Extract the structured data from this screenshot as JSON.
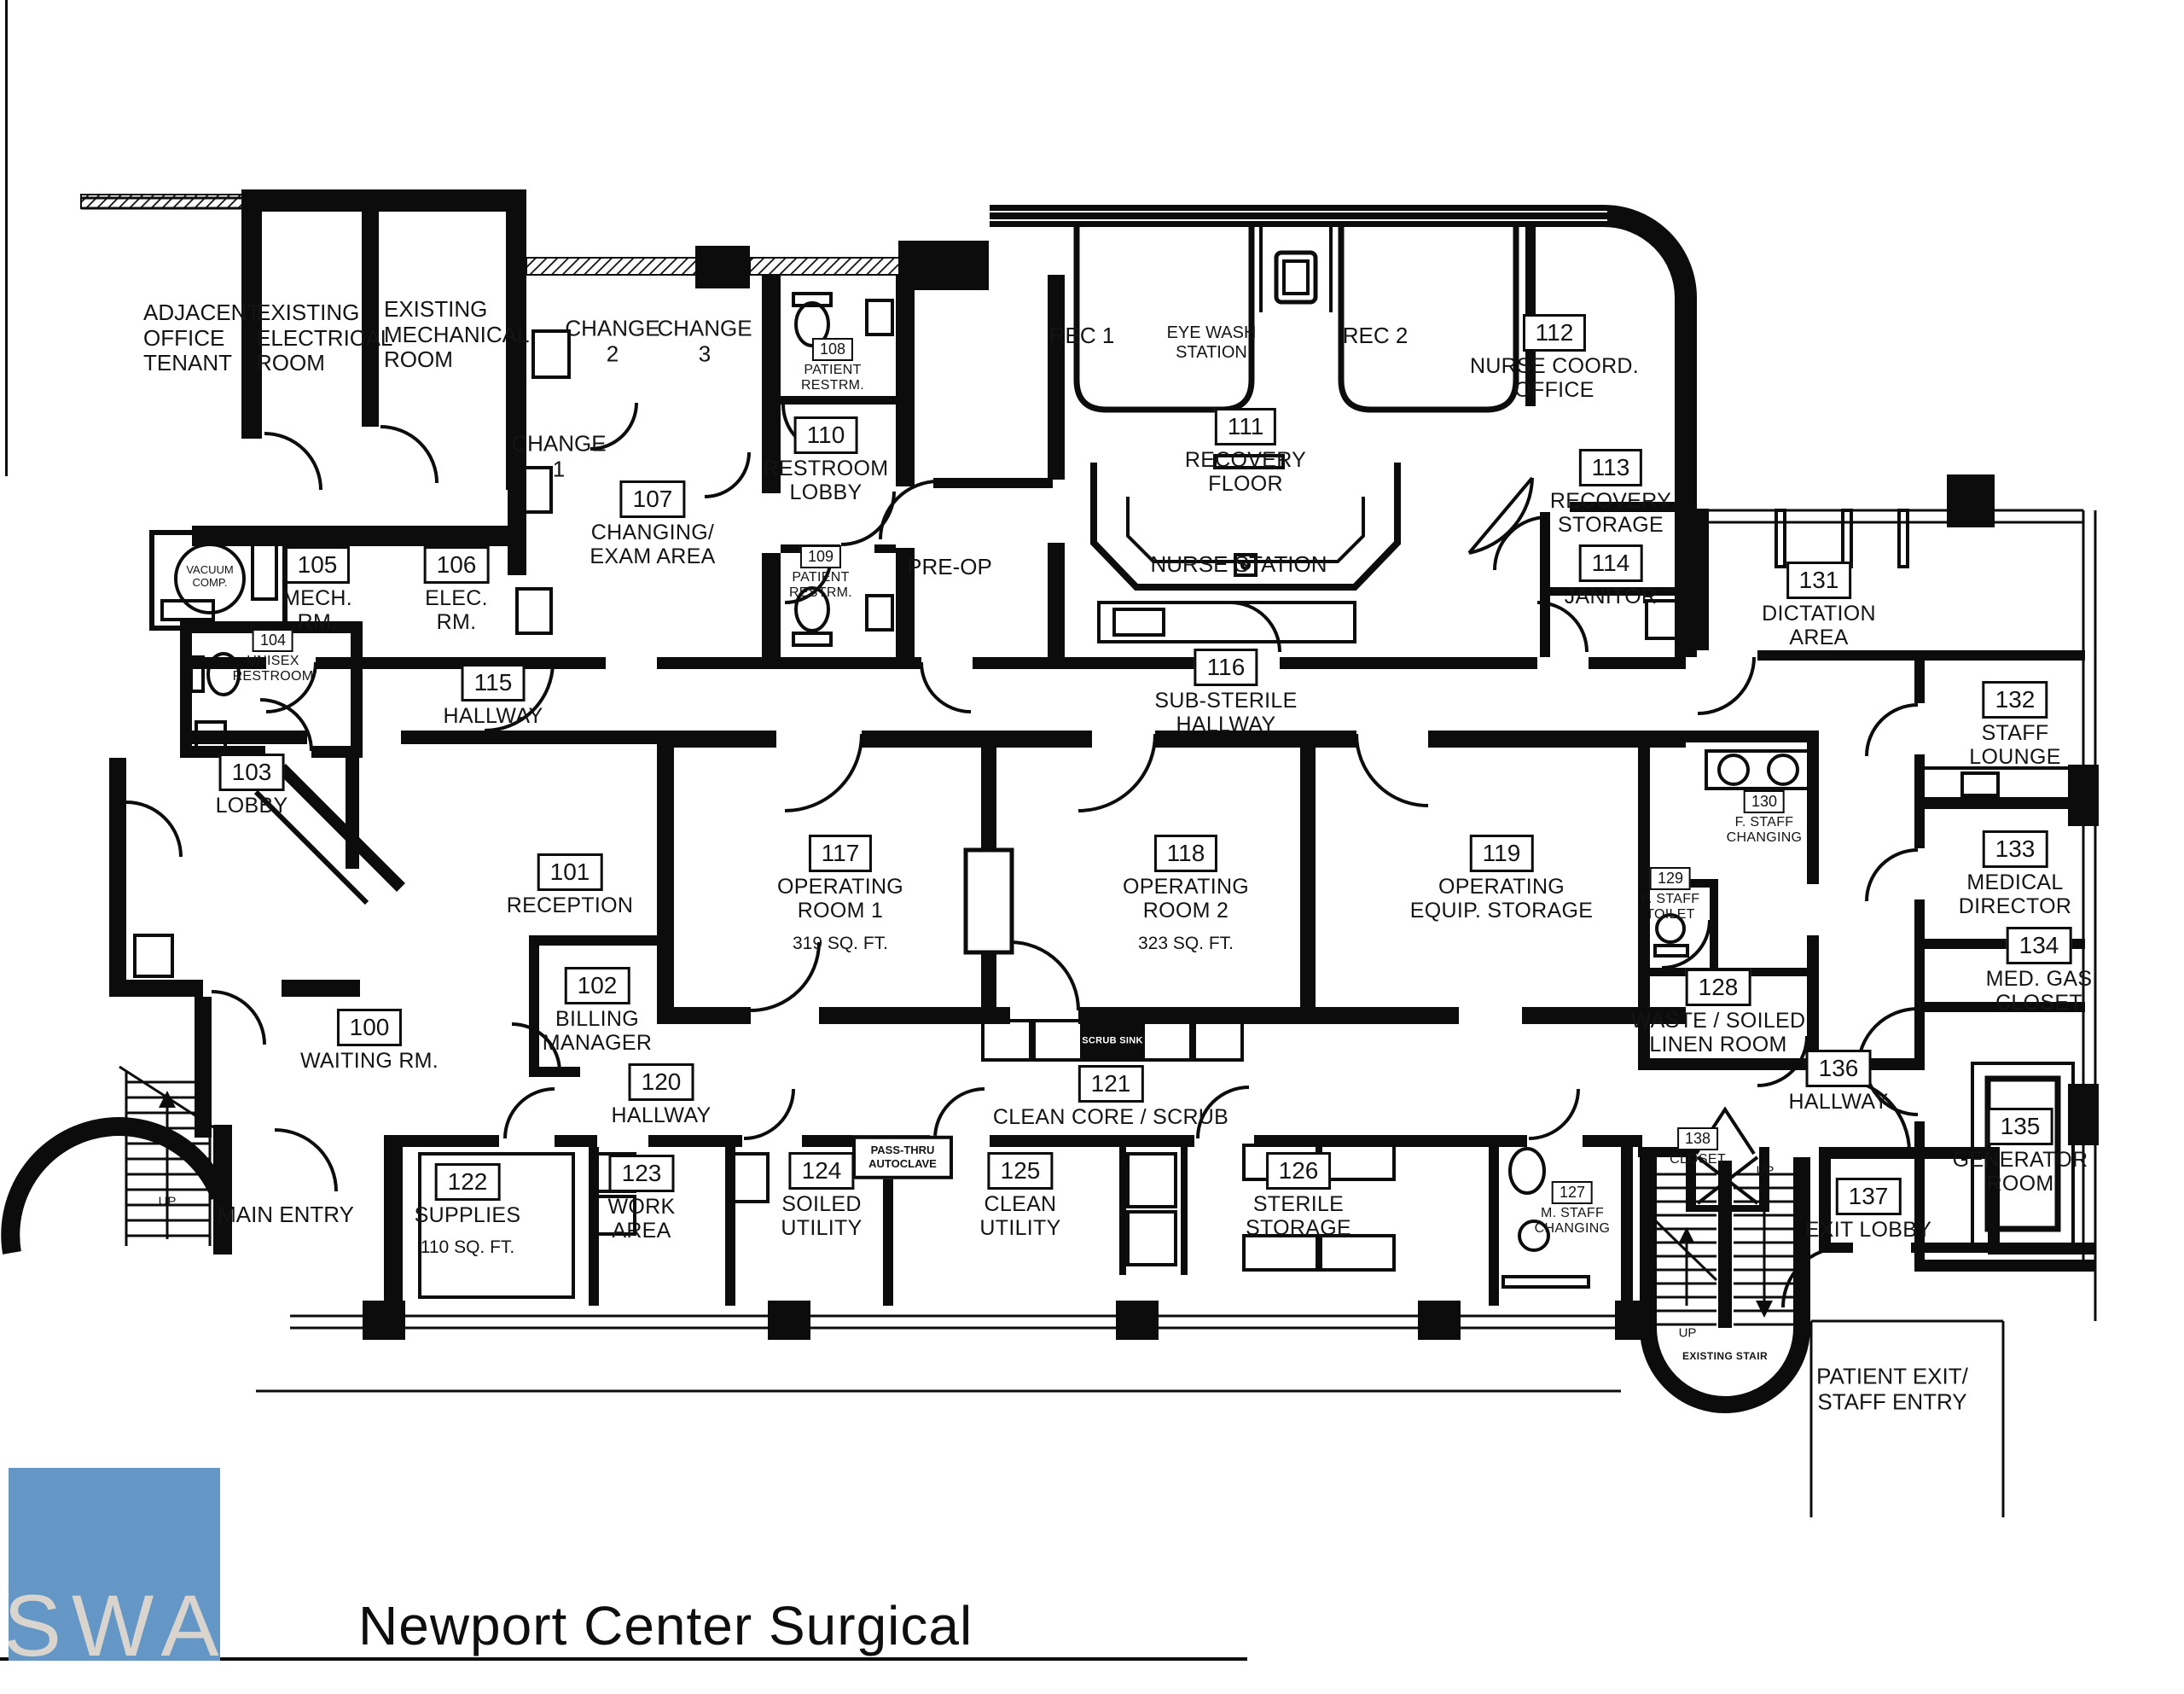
{
  "sheet": {
    "title": "Newport Center Surgical",
    "logo_text": "SWA"
  },
  "rooms": {
    "100": {
      "num": "100",
      "name": "WAITING RM."
    },
    "101": {
      "num": "101",
      "name": "RECEPTION"
    },
    "102": {
      "num": "102",
      "name": "BILLING\nMANAGER"
    },
    "103": {
      "num": "103",
      "name": "LOBBY"
    },
    "104": {
      "num": "104",
      "name": "UNISEX\nRESTROOM"
    },
    "105": {
      "num": "105",
      "name": "MECH.\nRM."
    },
    "106": {
      "num": "106",
      "name": "ELEC.\nRM."
    },
    "107": {
      "num": "107",
      "name": "CHANGING/\nEXAM AREA"
    },
    "108": {
      "num": "108",
      "name": "PATIENT\nRESTRM."
    },
    "109": {
      "num": "109",
      "name": "PATIENT\nRESTRM."
    },
    "110": {
      "num": "110",
      "name": "RESTROOM\nLOBBY"
    },
    "111": {
      "num": "111",
      "name": "RECOVERY\nFLOOR"
    },
    "112": {
      "num": "112",
      "name": "NURSE COORD.\nOFFICE"
    },
    "113": {
      "num": "113",
      "name": "RECOVERY\nSTORAGE"
    },
    "114": {
      "num": "114",
      "name": "JANITOR"
    },
    "115": {
      "num": "115",
      "name": "HALLWAY"
    },
    "116": {
      "num": "116",
      "name": "SUB-STERILE\nHALLWAY"
    },
    "117": {
      "num": "117",
      "name": "OPERATING\nROOM 1",
      "area": "319 SQ. FT."
    },
    "118": {
      "num": "118",
      "name": "OPERATING\nROOM 2",
      "area": "323 SQ. FT."
    },
    "119": {
      "num": "119",
      "name": "OPERATING\nEQUIP. STORAGE"
    },
    "120": {
      "num": "120",
      "name": "HALLWAY"
    },
    "121": {
      "num": "121",
      "name": "CLEAN CORE / SCRUB"
    },
    "122": {
      "num": "122",
      "name": "SUPPLIES",
      "area": "110 SQ. FT."
    },
    "123": {
      "num": "123",
      "name": "WORK\nAREA"
    },
    "124": {
      "num": "124",
      "name": "SOILED\nUTILITY"
    },
    "125": {
      "num": "125",
      "name": "CLEAN\nUTILITY"
    },
    "126": {
      "num": "126",
      "name": "STERILE\nSTORAGE"
    },
    "127": {
      "num": "127",
      "name": "M. STAFF\nCHANGING"
    },
    "128": {
      "num": "128",
      "name": "WASTE / SOILED\nLINEN ROOM"
    },
    "129": {
      "num": "129",
      "name": "F. STAFF\nTOILET"
    },
    "130": {
      "num": "130",
      "name": "F. STAFF\nCHANGING"
    },
    "131": {
      "num": "131",
      "name": "DICTATION\nAREA"
    },
    "132": {
      "num": "132",
      "name": "STAFF\nLOUNGE"
    },
    "133": {
      "num": "133",
      "name": "MEDICAL\nDIRECTOR"
    },
    "134": {
      "num": "134",
      "name": "MED. GAS\nCLOSET"
    },
    "135": {
      "num": "135",
      "name": "GENERATOR\nROOM"
    },
    "136": {
      "num": "136",
      "name": "HALLWAY"
    },
    "137": {
      "num": "137",
      "name": "EXIT LOBBY"
    },
    "138": {
      "num": "138",
      "name": "CLOSET"
    }
  },
  "labels": {
    "adjacent_tenant": "ADJACENT\nOFFICE\nTENANT",
    "existing_electrical": "EXISTING\nELECTRICAL\nROOM",
    "existing_mechanical": "EXISTING\nMECHANICAL\nROOM",
    "change_1": "CHANGE\n1",
    "change_2": "CHANGE\n2",
    "change_3": "CHANGE\n3",
    "pre_op": "PRE-OP",
    "rec_1": "REC 1",
    "rec_2": "REC 2",
    "eye_wash": "EYE WASH\nSTATION",
    "nurse_station": "NURSE STATION",
    "vacuum_comp": "VACUUM\nCOMP.",
    "main_entry": "MAIN ENTRY",
    "patient_exit": "PATIENT EXIT/\nSTAFF ENTRY",
    "existing_stair": "EXISTING STAIR",
    "up": "UP",
    "scrub_sink": "SCRUB SINK",
    "pass_thru_autoclave": "PASS-THRU\nAUTOCLAVE"
  },
  "colors": {
    "logo_blue": "#6496c6",
    "logo_text": "#d9d5ce",
    "line": "#0c0c0c"
  }
}
